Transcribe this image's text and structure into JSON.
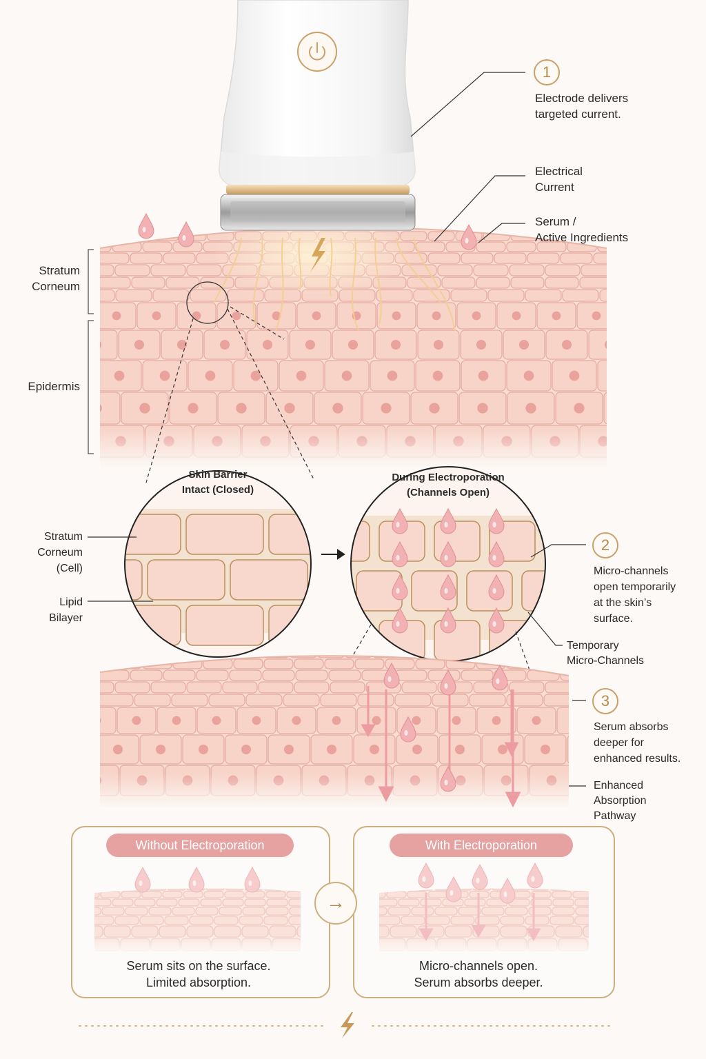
{
  "colors": {
    "skin": "#f7d3c8",
    "cell_border": "#e4aa9f",
    "gold": "#c9a06a",
    "pink_drop": "#efa3a8",
    "pill": "#e6a1a1"
  },
  "device": {
    "power_icon": "power-icon"
  },
  "left_labels": {
    "stratum_corneum": "Stratum\nCorneum",
    "epidermis": "Epidermis",
    "stratum_cell": "Stratum\nCorneum\n(Cell)",
    "lipid": "Lipid\nBilayer"
  },
  "circles": {
    "closed_title": "Skin Barrier\nIntact (Closed)",
    "open_title": "During Electroporation\n(Channels Open)"
  },
  "callouts": {
    "step1_num": "1",
    "step1_text": "Electrode delivers\ntargeted current.",
    "current": "Electrical\nCurrent",
    "serum": "Serum /\nActive Ingredients",
    "step2_num": "2",
    "step2_text": "Micro-channels\nopen temporarily\nat the skin’s\nsurface.",
    "channels": "Temporary\nMicro-Channels",
    "step3_num": "3",
    "step3_text": "Serum absorbs\ndeeper for\nenhanced results.",
    "pathway": "Enhanced\nAbsorption\nPathway"
  },
  "compare": {
    "without_title": "Without Electroporation",
    "without_caption": "Serum sits on the surface.\nLimited absorption.",
    "with_title": "With Electroporation",
    "with_caption": "Micro-channels open.\nSerum absorbs deeper.",
    "arrow_icon": "→"
  }
}
